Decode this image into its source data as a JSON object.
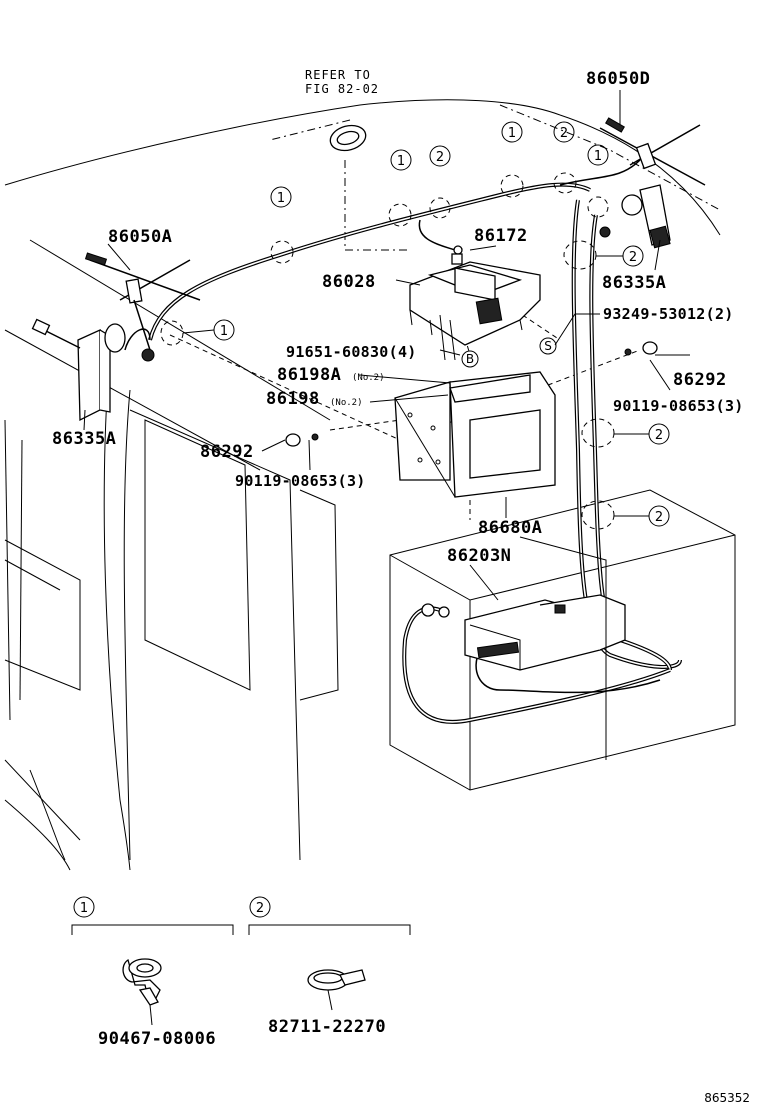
{
  "labels": {
    "refer_line1": "REFER TO",
    "refer_line2": "FIG 82-02",
    "p86050D": "86050D",
    "p86050A": "86050A",
    "p86172": "86172",
    "p86028": "86028",
    "p86335A_right": "86335A",
    "p86335A_left": "86335A",
    "p93249": "93249-53012(2)",
    "p91651": "91651-60830(4)",
    "p86198A": "86198A",
    "p86198A_note": "(No.2)",
    "p86198": "86198",
    "p86198_note": "(No.2)",
    "p86292_right": "86292",
    "p86292_left": "86292",
    "p90119_right": "90119-08653(3)",
    "p90119_left": "90119-08653(3)",
    "p86680A": "86680A",
    "p86203N": "86203N",
    "p90467": "90467-08006",
    "p82711": "82711-22270",
    "callout_b": "B",
    "callout_s": "S",
    "one": "1",
    "two": "2",
    "figure_id": "865352"
  },
  "legend": [
    {
      "key": "1",
      "part_number": "90467-08006"
    },
    {
      "key": "2",
      "part_number": "82711-22270"
    }
  ]
}
